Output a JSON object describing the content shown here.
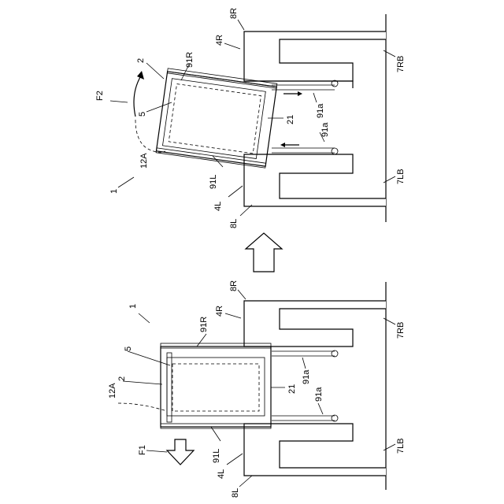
{
  "figure": {
    "top": {
      "labels": {
        "l8R": "8R",
        "l4R": "4R",
        "l2": "2",
        "l91R": "91R",
        "lF2": "F2",
        "l5": "5",
        "l21": "21",
        "l91a1": "91a",
        "l91a2": "91a",
        "l12A": "12A",
        "l1": "1",
        "l91L": "91L",
        "l4L": "4L",
        "l8L": "8L",
        "l7RB": "7RB",
        "l7LB": "7LB"
      }
    },
    "bottom": {
      "labels": {
        "l8R": "8R",
        "l4R": "4R",
        "l1": "1",
        "l91R": "91R",
        "l5": "5",
        "l2": "2",
        "l12A": "12A",
        "l21": "21",
        "l91a1": "91a",
        "l91a2": "91a",
        "lF1": "F1",
        "l91L": "91L",
        "l4L": "4L",
        "l8L": "8L",
        "l7RB": "7RB",
        "l7LB": "7LB"
      }
    }
  }
}
